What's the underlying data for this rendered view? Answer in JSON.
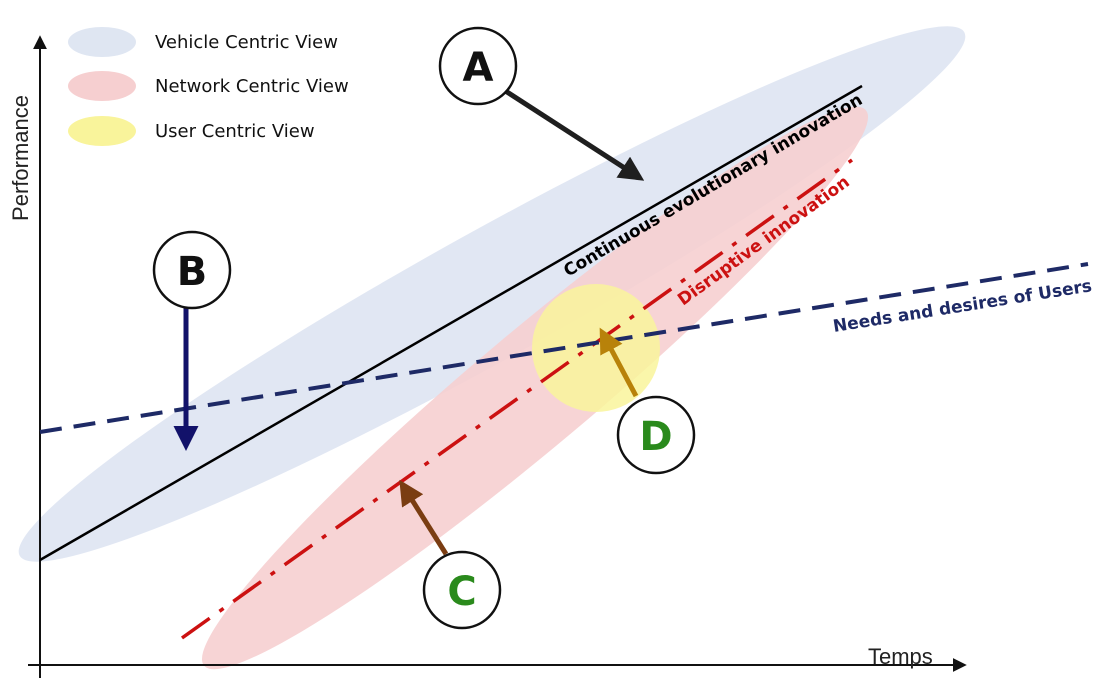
{
  "axes": {
    "y_label": "Performance",
    "x_label": "Temps"
  },
  "legend": [
    {
      "label": "Vehicle Centric View",
      "color": "#dfe6f2"
    },
    {
      "label": "Network Centric View",
      "color": "#f6cfd0"
    },
    {
      "label": "User Centric View",
      "color": "#f9f49b"
    }
  ],
  "lines": {
    "continuous": {
      "label": "Continuous evolutionary innovation",
      "color": "#000000"
    },
    "disruptive": {
      "label": "Disruptive innovation",
      "color": "#cc1111"
    },
    "needs": {
      "label": "Needs and desires of Users",
      "color": "#1e2a66"
    }
  },
  "callouts": [
    {
      "letter": "A",
      "letter_color": "#111111",
      "arrow_color": "#1f1f1f"
    },
    {
      "letter": "B",
      "letter_color": "#111111",
      "arrow_color": "#12126a"
    },
    {
      "letter": "C",
      "letter_color": "#2a8a1c",
      "arrow_color": "#7a3d12"
    },
    {
      "letter": "D",
      "letter_color": "#2a8a1c",
      "arrow_color": "#b8820a"
    }
  ]
}
